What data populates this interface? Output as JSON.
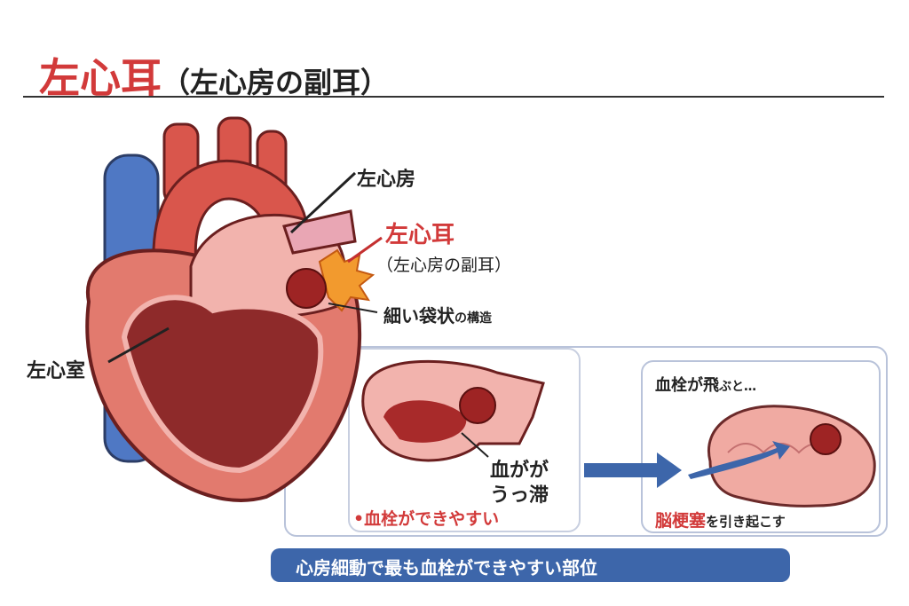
{
  "title": {
    "main": "左心耳",
    "sub": "（左心房の副耳）"
  },
  "labels": {
    "left_atrium": "左心房",
    "laa": "左心耳",
    "laa_sub": "（左心房の副耳）",
    "structure_main": "細い袋状",
    "structure_tail": "の構造",
    "left_ventricle": "左心室"
  },
  "panel_stasis": {
    "line1": "血がが",
    "line2": "うっ滞",
    "bullet": "•",
    "note": "血栓ができやすい"
  },
  "panel_stroke": {
    "heading_main": "血栓が飛",
    "heading_tail": "ぶと…",
    "result_red": "脳梗塞",
    "result_tail": "を引き起こす"
  },
  "banner": "心房細動で最も血栓ができやすい部位",
  "colors": {
    "accent_red": "#d23a3a",
    "banner_blue": "#3d66aa",
    "vein_blue": "#4f78c4",
    "heart": "#d9564c",
    "tissue": "#f2b3ad"
  }
}
